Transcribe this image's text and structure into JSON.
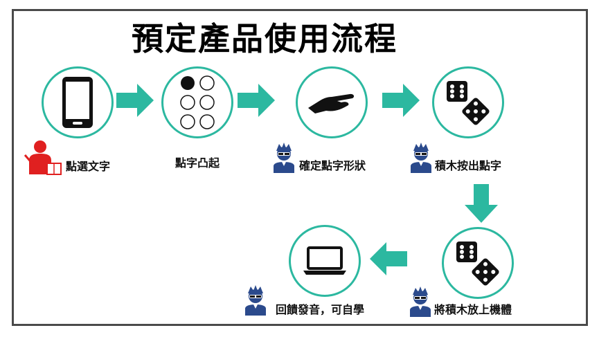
{
  "title": "預定產品使用流程",
  "steps": [
    {
      "label": "點選文字",
      "icon": "smartphone-icon"
    },
    {
      "label": "點字凸起",
      "icon": "braille-cell-icon"
    },
    {
      "label": "確定點字形狀",
      "icon": "hand-touch-icon"
    },
    {
      "label": "積木按出點字",
      "icon": "dice-blocks-icon"
    },
    {
      "label": "將積木放上機體",
      "icon": "dice-blocks-icon"
    },
    {
      "label": "回饋發音，可自學",
      "icon": "laptop-icon"
    }
  ],
  "colors": {
    "accent": "#2cb8a0",
    "teacher": "#e02020",
    "student": "#2b4a8c",
    "border": "#4a4a4a"
  }
}
